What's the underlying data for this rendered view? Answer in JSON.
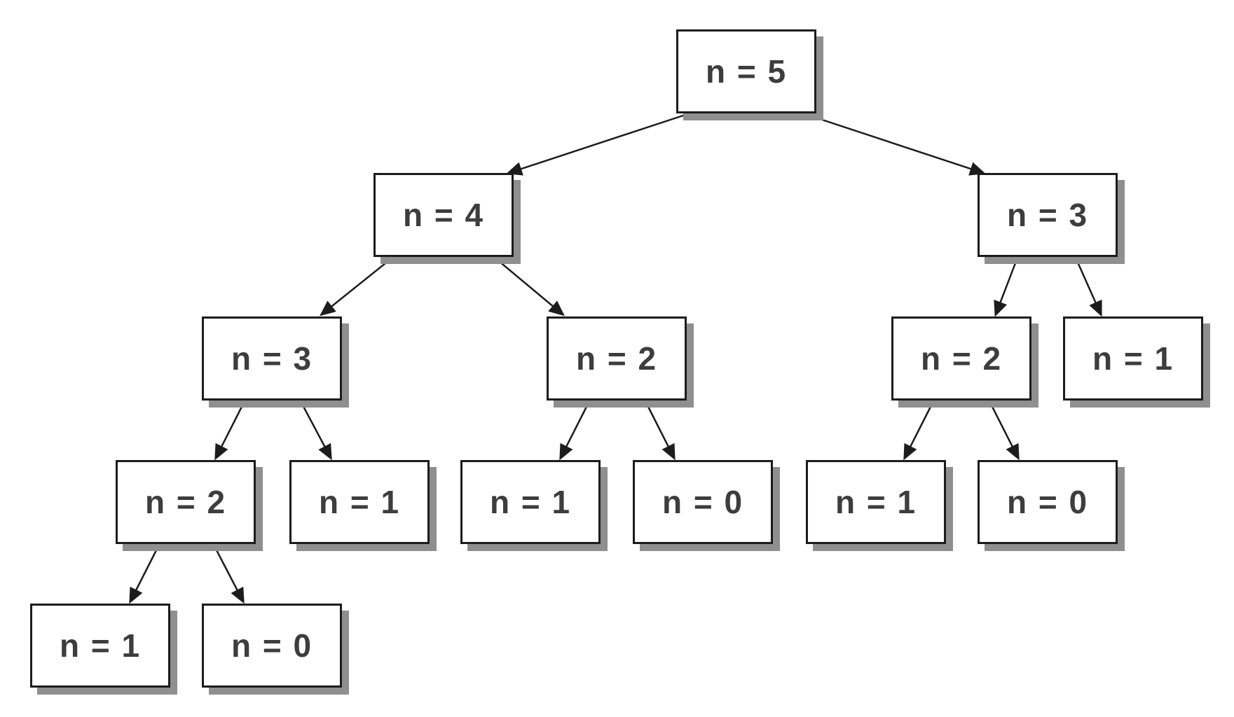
{
  "diagram": {
    "type": "tree",
    "colors": {
      "box_fill": "#ffffff",
      "box_border": "#1c1c1c",
      "box_shadow": "#8f8f8f",
      "text": "#3d3d3d",
      "arrow": "#1c1c1c",
      "background": "#ffffff"
    },
    "nodes": [
      {
        "id": "root",
        "label": "n = 5",
        "level": 1,
        "parent": null
      },
      {
        "id": "l",
        "label": "n = 4",
        "level": 2,
        "parent": "root"
      },
      {
        "id": "r",
        "label": "n = 3",
        "level": 2,
        "parent": "root"
      },
      {
        "id": "ll",
        "label": "n = 3",
        "level": 3,
        "parent": "l"
      },
      {
        "id": "lr",
        "label": "n = 2",
        "level": 3,
        "parent": "l"
      },
      {
        "id": "rl",
        "label": "n = 2",
        "level": 3,
        "parent": "r"
      },
      {
        "id": "rr",
        "label": "n = 1",
        "level": 3,
        "parent": "r"
      },
      {
        "id": "lll",
        "label": "n = 2",
        "level": 4,
        "parent": "ll"
      },
      {
        "id": "llr",
        "label": "n = 1",
        "level": 4,
        "parent": "ll"
      },
      {
        "id": "lrl",
        "label": "n = 1",
        "level": 4,
        "parent": "lr"
      },
      {
        "id": "lrr",
        "label": "n = 0",
        "level": 4,
        "parent": "lr"
      },
      {
        "id": "rll",
        "label": "n = 1",
        "level": 4,
        "parent": "rl"
      },
      {
        "id": "rlr",
        "label": "n = 0",
        "level": 4,
        "parent": "rl"
      },
      {
        "id": "llll",
        "label": "n = 1",
        "level": 5,
        "parent": "lll"
      },
      {
        "id": "lllr",
        "label": "n = 0",
        "level": 5,
        "parent": "lll"
      }
    ],
    "edges": [
      {
        "from": "root",
        "to": "l"
      },
      {
        "from": "root",
        "to": "r"
      },
      {
        "from": "l",
        "to": "ll"
      },
      {
        "from": "l",
        "to": "lr"
      },
      {
        "from": "r",
        "to": "rl"
      },
      {
        "from": "r",
        "to": "rr"
      },
      {
        "from": "ll",
        "to": "lll"
      },
      {
        "from": "ll",
        "to": "llr"
      },
      {
        "from": "lr",
        "to": "lrl"
      },
      {
        "from": "lr",
        "to": "lrr"
      },
      {
        "from": "rl",
        "to": "rll"
      },
      {
        "from": "rl",
        "to": "rlr"
      },
      {
        "from": "lll",
        "to": "llll"
      },
      {
        "from": "lll",
        "to": "lllr"
      }
    ]
  }
}
